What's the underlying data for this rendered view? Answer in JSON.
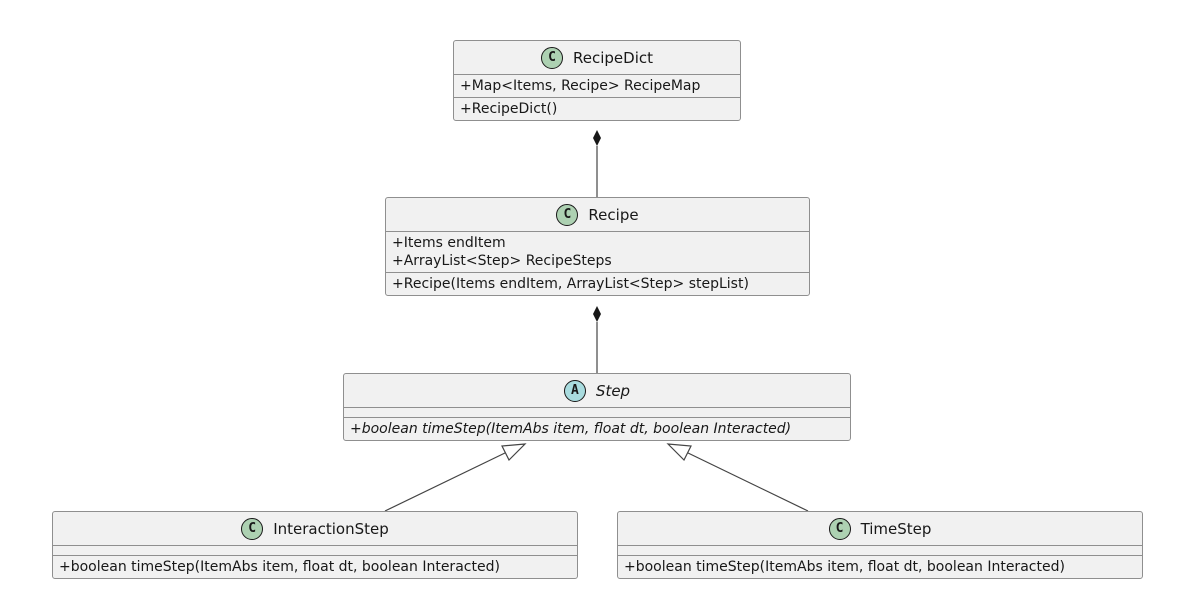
{
  "classes": {
    "recipe_dict": {
      "name": "RecipeDict",
      "kind_glyph": "C",
      "fields": [
        "+Map<Items, Recipe> RecipeMap"
      ],
      "methods": [
        "+RecipeDict()"
      ]
    },
    "recipe": {
      "name": "Recipe",
      "kind_glyph": "C",
      "fields": [
        "+Items endItem",
        "+ArrayList<Step> RecipeSteps"
      ],
      "methods": [
        "+Recipe(Items endItem, ArrayList<Step> stepList)"
      ]
    },
    "step": {
      "name": "Step",
      "kind_glyph": "A",
      "fields": [],
      "methods": [
        "+boolean timeStep(ItemAbs item, float dt, boolean Interacted)"
      ]
    },
    "interaction_step": {
      "name": "InteractionStep",
      "kind_glyph": "C",
      "fields": [],
      "methods": [
        "+boolean timeStep(ItemAbs item, float dt, boolean Interacted)"
      ]
    },
    "time_step": {
      "name": "TimeStep",
      "kind_glyph": "C",
      "fields": [],
      "methods": [
        "+boolean timeStep(ItemAbs item, float dt, boolean Interacted)"
      ]
    }
  },
  "relations": [
    {
      "from": "recipe_dict",
      "to": "recipe",
      "type": "composition"
    },
    {
      "from": "recipe",
      "to": "step",
      "type": "composition"
    },
    {
      "from": "interaction_step",
      "to": "step",
      "type": "inheritance"
    },
    {
      "from": "time_step",
      "to": "step",
      "type": "inheritance"
    }
  ],
  "colors": {
    "class_badge": "#add1b2",
    "abstract_badge": "#a9dcdf",
    "box_fill": "#f1f1f1",
    "box_border": "#8f8f8f",
    "line": "#444444"
  }
}
